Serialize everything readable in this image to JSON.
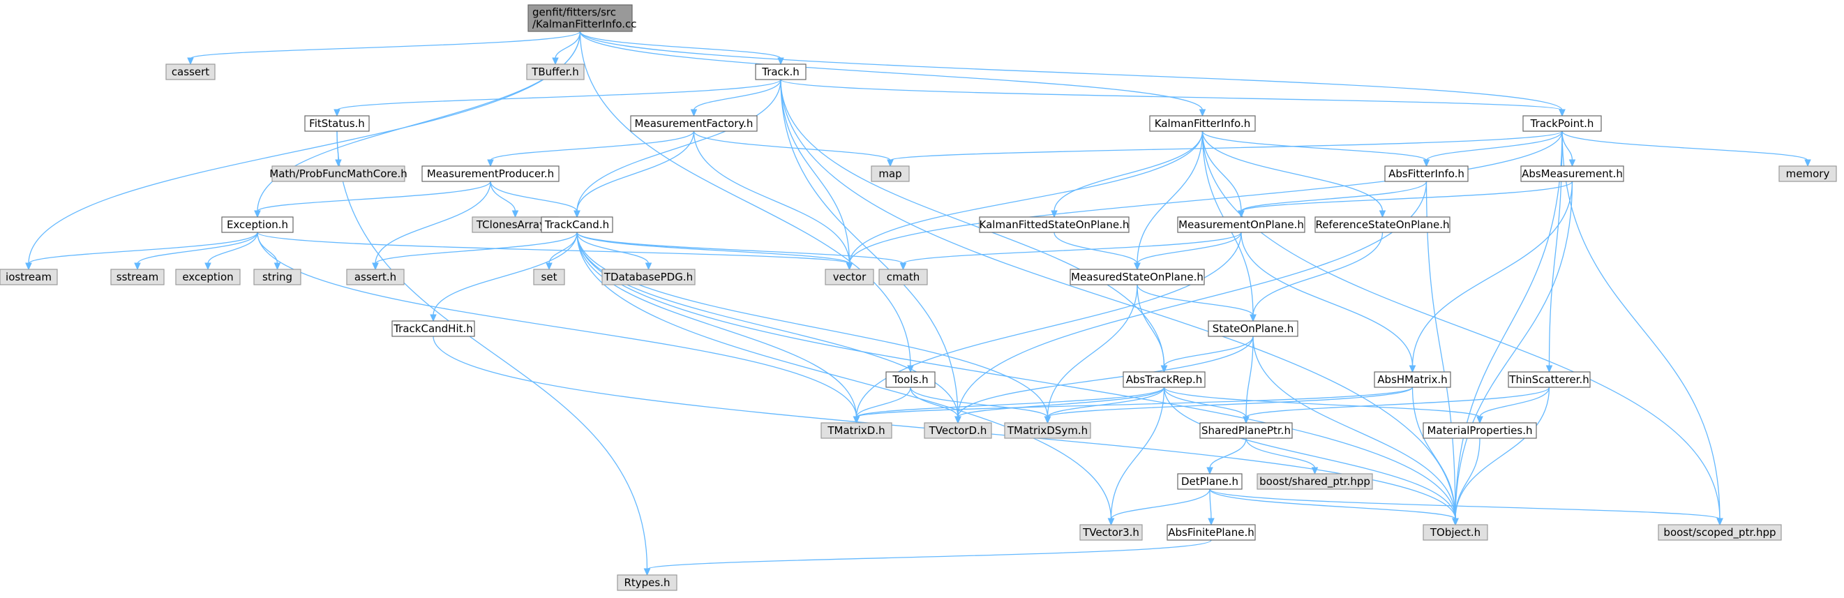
{
  "graph_title": "genfit/fitters/src/KalmanFitterInfo.cc",
  "nodes": [
    {
      "id": "root",
      "lines": [
        "genfit/fitters/src",
        "/KalmanFitterInfo.cc"
      ],
      "kind": "root"
    },
    {
      "id": "cassert",
      "lines": [
        "cassert"
      ],
      "kind": "external"
    },
    {
      "id": "TBuffer",
      "lines": [
        "TBuffer.h"
      ],
      "kind": "external"
    },
    {
      "id": "Track",
      "lines": [
        "Track.h"
      ],
      "kind": "internal"
    },
    {
      "id": "FitStatus",
      "lines": [
        "FitStatus.h"
      ],
      "kind": "internal"
    },
    {
      "id": "ProbFunc",
      "lines": [
        "Math/ProbFuncMathCore.h"
      ],
      "kind": "external"
    },
    {
      "id": "MeasurementFactory",
      "lines": [
        "MeasurementFactory.h"
      ],
      "kind": "internal"
    },
    {
      "id": "KalmanFitterInfo",
      "lines": [
        "KalmanFitterInfo.h"
      ],
      "kind": "internal"
    },
    {
      "id": "TrackPoint",
      "lines": [
        "TrackPoint.h"
      ],
      "kind": "internal"
    },
    {
      "id": "memory",
      "lines": [
        "memory"
      ],
      "kind": "external"
    },
    {
      "id": "map",
      "lines": [
        "map"
      ],
      "kind": "external"
    },
    {
      "id": "MeasurementProducer",
      "lines": [
        "MeasurementProducer.h"
      ],
      "kind": "internal"
    },
    {
      "id": "AbsFitterInfo",
      "lines": [
        "AbsFitterInfo.h"
      ],
      "kind": "internal"
    },
    {
      "id": "AbsMeasurement",
      "lines": [
        "AbsMeasurement.h"
      ],
      "kind": "internal"
    },
    {
      "id": "Exception",
      "lines": [
        "Exception.h"
      ],
      "kind": "internal"
    },
    {
      "id": "TClonesArray",
      "lines": [
        "TClonesArray.h"
      ],
      "kind": "external"
    },
    {
      "id": "TrackCand",
      "lines": [
        "TrackCand.h"
      ],
      "kind": "internal"
    },
    {
      "id": "KalmanFittedStateOnPlane",
      "lines": [
        "KalmanFittedStateOnPlane.h"
      ],
      "kind": "internal"
    },
    {
      "id": "MeasurementOnPlane",
      "lines": [
        "MeasurementOnPlane.h"
      ],
      "kind": "internal"
    },
    {
      "id": "ReferenceStateOnPlane",
      "lines": [
        "ReferenceStateOnPlane.h"
      ],
      "kind": "internal"
    },
    {
      "id": "iostream",
      "lines": [
        "iostream"
      ],
      "kind": "external"
    },
    {
      "id": "sstream",
      "lines": [
        "sstream"
      ],
      "kind": "external"
    },
    {
      "id": "exception",
      "lines": [
        "exception"
      ],
      "kind": "external"
    },
    {
      "id": "string",
      "lines": [
        "string"
      ],
      "kind": "external"
    },
    {
      "id": "assert",
      "lines": [
        "assert.h"
      ],
      "kind": "external"
    },
    {
      "id": "set",
      "lines": [
        "set"
      ],
      "kind": "external"
    },
    {
      "id": "TDatabasePDG",
      "lines": [
        "TDatabasePDG.h"
      ],
      "kind": "external"
    },
    {
      "id": "vector",
      "lines": [
        "vector"
      ],
      "kind": "external"
    },
    {
      "id": "cmath",
      "lines": [
        "cmath"
      ],
      "kind": "external"
    },
    {
      "id": "MeasuredStateOnPlane",
      "lines": [
        "MeasuredStateOnPlane.h"
      ],
      "kind": "internal"
    },
    {
      "id": "TrackCandHit",
      "lines": [
        "TrackCandHit.h"
      ],
      "kind": "internal"
    },
    {
      "id": "StateOnPlane",
      "lines": [
        "StateOnPlane.h"
      ],
      "kind": "internal"
    },
    {
      "id": "Tools",
      "lines": [
        "Tools.h"
      ],
      "kind": "internal"
    },
    {
      "id": "AbsTrackRep",
      "lines": [
        "AbsTrackRep.h"
      ],
      "kind": "internal"
    },
    {
      "id": "AbsHMatrix",
      "lines": [
        "AbsHMatrix.h"
      ],
      "kind": "internal"
    },
    {
      "id": "ThinScatterer",
      "lines": [
        "ThinScatterer.h"
      ],
      "kind": "internal"
    },
    {
      "id": "TMatrixD",
      "lines": [
        "TMatrixD.h"
      ],
      "kind": "external"
    },
    {
      "id": "TVectorD",
      "lines": [
        "TVectorD.h"
      ],
      "kind": "external"
    },
    {
      "id": "TMatrixDSym",
      "lines": [
        "TMatrixDSym.h"
      ],
      "kind": "external"
    },
    {
      "id": "SharedPlanePtr",
      "lines": [
        "SharedPlanePtr.h"
      ],
      "kind": "internal"
    },
    {
      "id": "MaterialProperties",
      "lines": [
        "MaterialProperties.h"
      ],
      "kind": "internal"
    },
    {
      "id": "boost_shared",
      "lines": [
        "boost/shared_ptr.hpp"
      ],
      "kind": "external"
    },
    {
      "id": "DetPlane",
      "lines": [
        "DetPlane.h"
      ],
      "kind": "internal"
    },
    {
      "id": "TVector3",
      "lines": [
        "TVector3.h"
      ],
      "kind": "external"
    },
    {
      "id": "AbsFinitePlane",
      "lines": [
        "AbsFinitePlane.h"
      ],
      "kind": "internal"
    },
    {
      "id": "TObject",
      "lines": [
        "TObject.h"
      ],
      "kind": "external"
    },
    {
      "id": "boost_scoped",
      "lines": [
        "boost/scoped_ptr.hpp"
      ],
      "kind": "external"
    },
    {
      "id": "Rtypes",
      "lines": [
        "Rtypes.h"
      ],
      "kind": "external"
    }
  ],
  "edges": [
    [
      "root",
      "cassert"
    ],
    [
      "root",
      "TBuffer"
    ],
    [
      "root",
      "Track"
    ],
    [
      "root",
      "KalmanFitterInfo"
    ],
    [
      "root",
      "TrackPoint"
    ],
    [
      "root",
      "iostream"
    ],
    [
      "root",
      "Exception"
    ],
    [
      "root",
      "Tools"
    ],
    [
      "Track",
      "FitStatus"
    ],
    [
      "Track",
      "MeasurementFactory"
    ],
    [
      "Track",
      "TrackPoint"
    ],
    [
      "Track",
      "TrackCand"
    ],
    [
      "Track",
      "vector"
    ],
    [
      "Track",
      "AbsTrackRep"
    ],
    [
      "Track",
      "TVectorD"
    ],
    [
      "Track",
      "TObject"
    ],
    [
      "FitStatus",
      "ProbFunc"
    ],
    [
      "FitStatus",
      "Rtypes"
    ],
    [
      "MeasurementFactory",
      "MeasurementProducer"
    ],
    [
      "MeasurementFactory",
      "TrackCand"
    ],
    [
      "MeasurementFactory",
      "map"
    ],
    [
      "MeasurementFactory",
      "vector"
    ],
    [
      "MeasurementProducer",
      "Exception"
    ],
    [
      "MeasurementProducer",
      "TClonesArray"
    ],
    [
      "MeasurementProducer",
      "TrackCand"
    ],
    [
      "MeasurementProducer",
      "assert"
    ],
    [
      "KalmanFitterInfo",
      "AbsFitterInfo"
    ],
    [
      "KalmanFitterInfo",
      "KalmanFittedStateOnPlane"
    ],
    [
      "KalmanFitterInfo",
      "MeasurementOnPlane"
    ],
    [
      "KalmanFitterInfo",
      "ReferenceStateOnPlane"
    ],
    [
      "KalmanFitterInfo",
      "MeasuredStateOnPlane"
    ],
    [
      "KalmanFitterInfo",
      "StateOnPlane"
    ],
    [
      "KalmanFitterInfo",
      "vector"
    ],
    [
      "KalmanFitterInfo",
      "boost_scoped"
    ],
    [
      "TrackPoint",
      "AbsMeasurement"
    ],
    [
      "TrackPoint",
      "AbsFitterInfo"
    ],
    [
      "TrackPoint",
      "ThinScatterer"
    ],
    [
      "TrackPoint",
      "TObject"
    ],
    [
      "TrackPoint",
      "map"
    ],
    [
      "TrackPoint",
      "vector"
    ],
    [
      "TrackPoint",
      "memory"
    ],
    [
      "TrackPoint",
      "boost_scoped"
    ],
    [
      "AbsFitterInfo",
      "MeasurementOnPlane"
    ],
    [
      "AbsFitterInfo",
      "TVectorD"
    ],
    [
      "AbsFitterInfo",
      "TObject"
    ],
    [
      "AbsMeasurement",
      "MeasurementOnPlane"
    ],
    [
      "AbsMeasurement",
      "AbsHMatrix"
    ],
    [
      "AbsMeasurement",
      "TObject"
    ],
    [
      "Exception",
      "iostream"
    ],
    [
      "Exception",
      "sstream"
    ],
    [
      "Exception",
      "exception"
    ],
    [
      "Exception",
      "string"
    ],
    [
      "Exception",
      "vector"
    ],
    [
      "Exception",
      "TMatrixD"
    ],
    [
      "TrackCand",
      "assert"
    ],
    [
      "TrackCand",
      "set"
    ],
    [
      "TrackCand",
      "TDatabasePDG"
    ],
    [
      "TrackCand",
      "vector"
    ],
    [
      "TrackCand",
      "cmath"
    ],
    [
      "TrackCand",
      "TrackCandHit"
    ],
    [
      "TrackCand",
      "TMatrixD"
    ],
    [
      "TrackCand",
      "TVectorD"
    ],
    [
      "TrackCand",
      "TMatrixDSym"
    ],
    [
      "TrackCand",
      "TVector3"
    ],
    [
      "TrackCand",
      "TObject"
    ],
    [
      "TrackCandHit",
      "TObject"
    ],
    [
      "KalmanFittedStateOnPlane",
      "MeasuredStateOnPlane"
    ],
    [
      "ReferenceStateOnPlane",
      "StateOnPlane"
    ],
    [
      "MeasurementOnPlane",
      "cmath"
    ],
    [
      "MeasurementOnPlane",
      "MeasuredStateOnPlane"
    ],
    [
      "MeasurementOnPlane",
      "AbsHMatrix"
    ],
    [
      "MeasurementOnPlane",
      "TMatrixD"
    ],
    [
      "MeasuredStateOnPlane",
      "StateOnPlane"
    ],
    [
      "MeasuredStateOnPlane",
      "AbsTrackRep"
    ],
    [
      "MeasuredStateOnPlane",
      "TMatrixDSym"
    ],
    [
      "StateOnPlane",
      "AbsTrackRep"
    ],
    [
      "StateOnPlane",
      "SharedPlanePtr"
    ],
    [
      "StateOnPlane",
      "TVectorD"
    ],
    [
      "StateOnPlane",
      "TObject"
    ],
    [
      "Tools",
      "TMatrixD"
    ],
    [
      "Tools",
      "TVectorD"
    ],
    [
      "Tools",
      "TMatrixDSym"
    ],
    [
      "AbsTrackRep",
      "TMatrixD"
    ],
    [
      "AbsTrackRep",
      "TVectorD"
    ],
    [
      "AbsTrackRep",
      "TMatrixDSym"
    ],
    [
      "AbsTrackRep",
      "SharedPlanePtr"
    ],
    [
      "AbsTrackRep",
      "MaterialProperties"
    ],
    [
      "AbsTrackRep",
      "TVector3"
    ],
    [
      "AbsTrackRep",
      "TObject"
    ],
    [
      "AbsHMatrix",
      "TMatrixD"
    ],
    [
      "AbsHMatrix",
      "TMatrixDSym"
    ],
    [
      "AbsHMatrix",
      "TObject"
    ],
    [
      "ThinScatterer",
      "SharedPlanePtr"
    ],
    [
      "ThinScatterer",
      "MaterialProperties"
    ],
    [
      "ThinScatterer",
      "TObject"
    ],
    [
      "SharedPlanePtr",
      "DetPlane"
    ],
    [
      "SharedPlanePtr",
      "boost_shared"
    ],
    [
      "MaterialProperties",
      "TObject"
    ],
    [
      "DetPlane",
      "AbsFinitePlane"
    ],
    [
      "DetPlane",
      "TVector3"
    ],
    [
      "DetPlane",
      "TObject"
    ],
    [
      "DetPlane",
      "boost_scoped"
    ],
    [
      "AbsFinitePlane",
      "Rtypes"
    ]
  ]
}
